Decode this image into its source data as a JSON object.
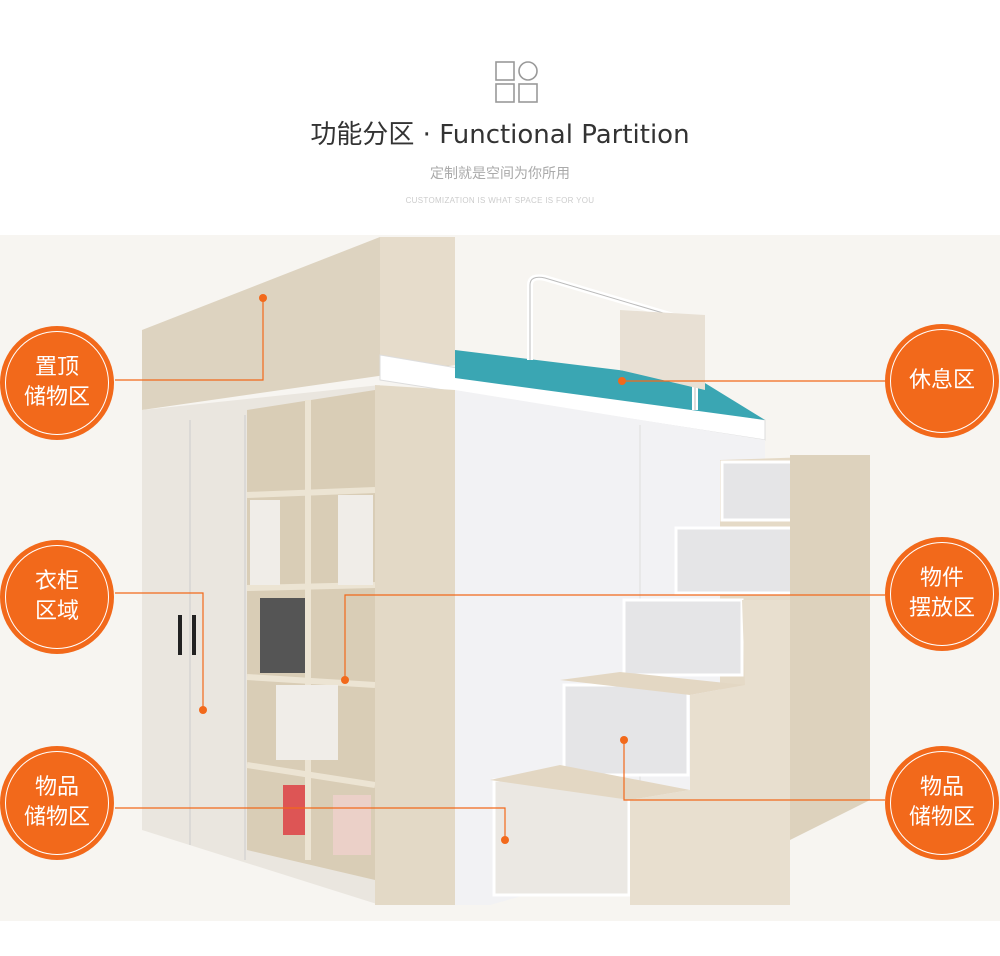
{
  "header": {
    "icon": "grid-shapes-icon",
    "title": "功能分区 · Functional Partition",
    "subtitle": "定制就是空间为你所用",
    "subtitle_en": "CUSTOMIZATION IS WHAT SPACE IS FOR YOU"
  },
  "labels": {
    "top_storage": "置顶\n储物区",
    "wardrobe": "衣柜\n区域",
    "item_storage_left": "物品\n储物区",
    "rest": "休息区",
    "display": "物件\n摆放区",
    "item_storage_right": "物品\n储物区"
  },
  "colors": {
    "accent": "#f2691b",
    "line": "#f2691b"
  }
}
